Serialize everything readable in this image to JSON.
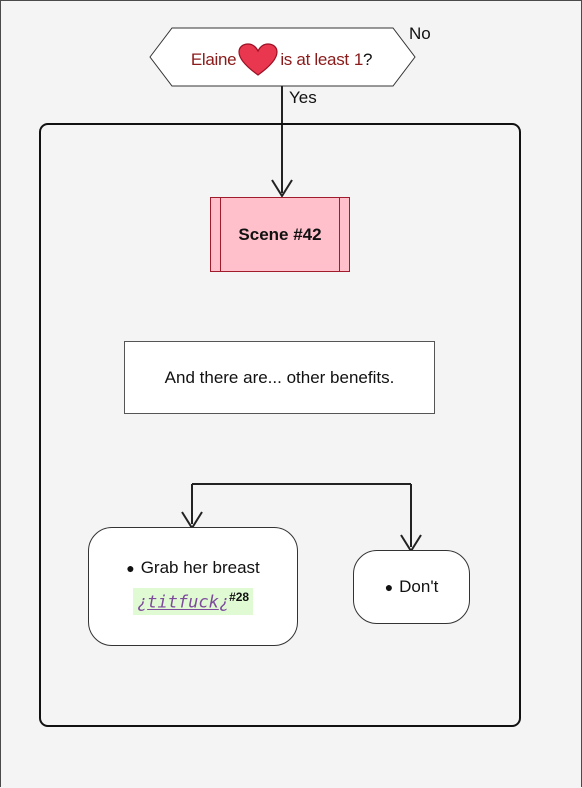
{
  "condition": {
    "name": "Elaine",
    "icon": "heart-icon",
    "text": "is at least",
    "value": "1",
    "suffix": "?",
    "no_label": "No",
    "yes_label": "Yes"
  },
  "scene": {
    "label": "Scene #42"
  },
  "note": {
    "text": "And there are... other benefits."
  },
  "choices": [
    {
      "label": "Grab her breast",
      "tag_open": "¿",
      "tag_text": "titfuck",
      "tag_close": "¿",
      "tag_number": "#28"
    },
    {
      "label": "Don't"
    }
  ],
  "colors": {
    "heart": "#e8374f",
    "scene_fill": "#ffc0cb",
    "tag_bg": "#e0fbd4",
    "condition_text": "#8b1a1a"
  }
}
